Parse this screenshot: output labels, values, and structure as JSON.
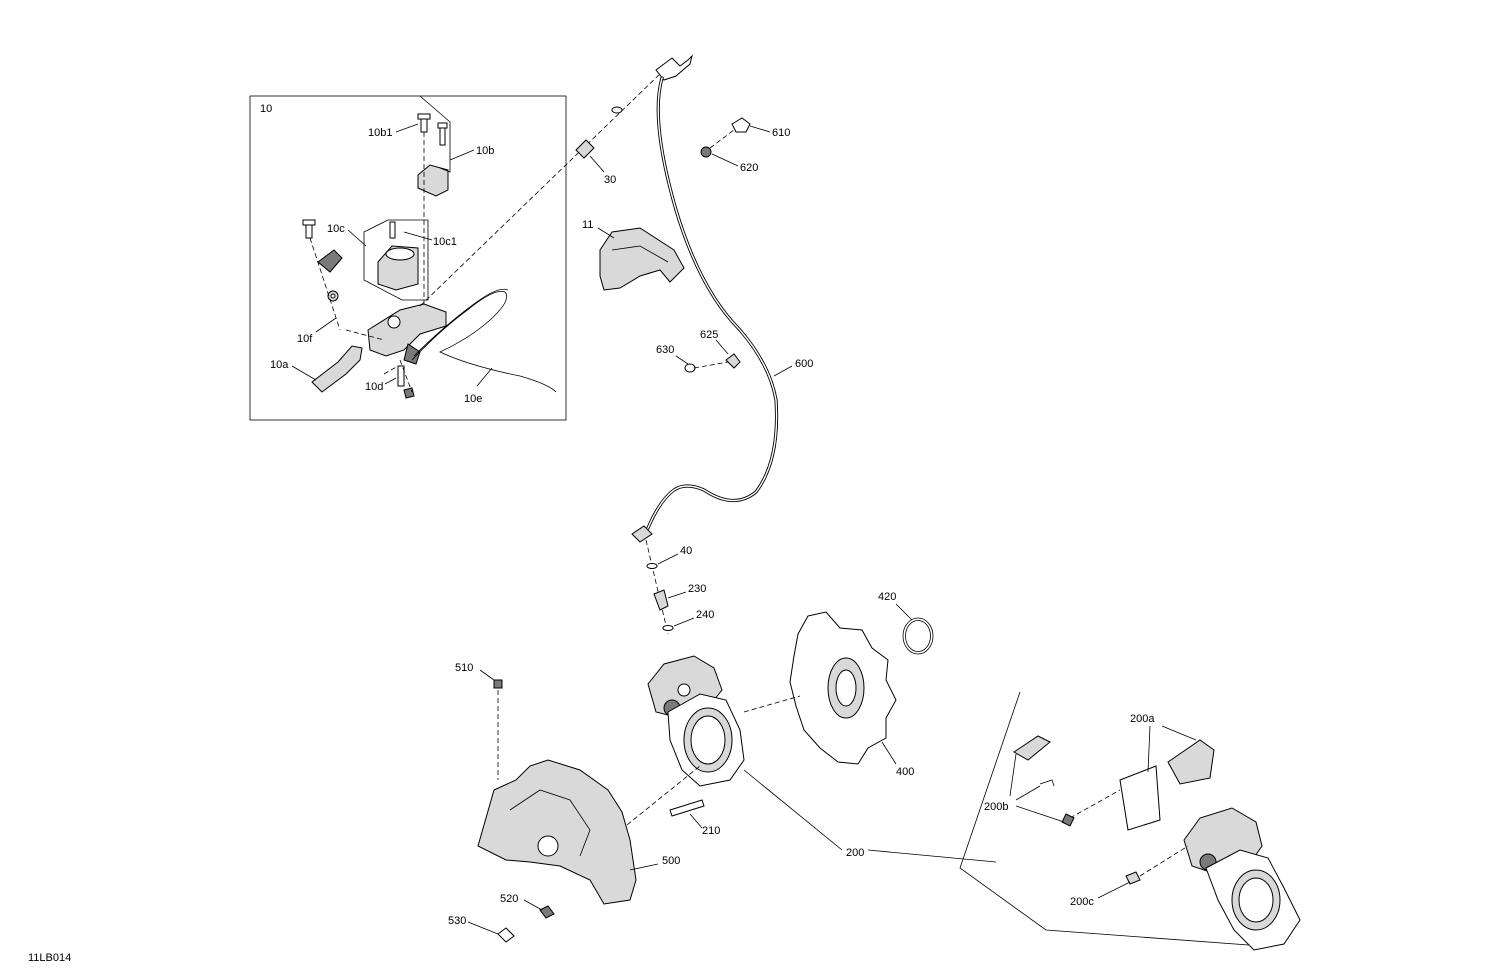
{
  "diagram": {
    "drawing_ref": "11LB014",
    "inset_label": "10",
    "labels": {
      "l10b1": "10b1",
      "l10b": "10b",
      "l10c": "10c",
      "l10c1": "10c1",
      "l10f": "10f",
      "l10a": "10a",
      "l10d": "10d",
      "l10e": "10e",
      "l30": "30",
      "l11": "11",
      "l610": "610",
      "l620": "620",
      "l630": "630",
      "l625": "625",
      "l600": "600",
      "l40": "40",
      "l230": "230",
      "l240": "240",
      "l420": "420",
      "l510": "510",
      "l400": "400",
      "l200a": "200a",
      "l200b": "200b",
      "l210": "210",
      "l200": "200",
      "l500": "500",
      "l520": "520",
      "l530": "530",
      "l200c": "200c"
    }
  }
}
